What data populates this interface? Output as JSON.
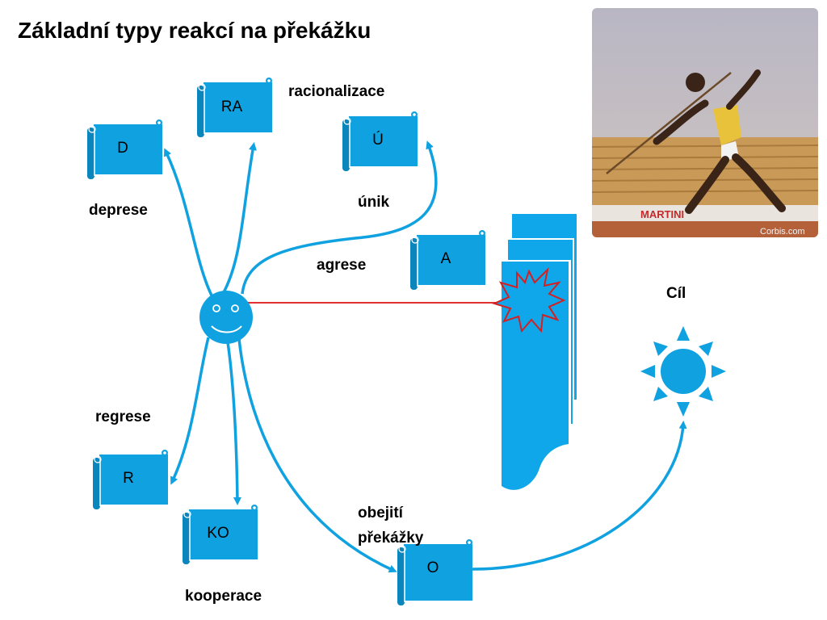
{
  "title": "Základní typy reakcí na překážku",
  "colors": {
    "accent": "#10a2e0",
    "scroll_dark": "#0b86bd",
    "barrier": "#0fa7ea",
    "arrow_red": "#e03030",
    "burst": "#d42020"
  },
  "nodes": {
    "ra": {
      "code": "RA",
      "caption": "racionalizace"
    },
    "d": {
      "code": "D",
      "caption": "deprese"
    },
    "u": {
      "code": "Ú",
      "caption": "únik"
    },
    "a": {
      "code": "A",
      "caption": "agrese"
    },
    "r": {
      "code": "R",
      "caption": "regrese"
    },
    "ko": {
      "code": "KO",
      "caption": "kooperace"
    },
    "o": {
      "code": "O",
      "caption_line1": "obejití",
      "caption_line2": "překážky"
    }
  },
  "goal": {
    "label": "Cíl"
  },
  "photo": {
    "watermark": "Corbis.com",
    "banner": "MARTINI"
  }
}
